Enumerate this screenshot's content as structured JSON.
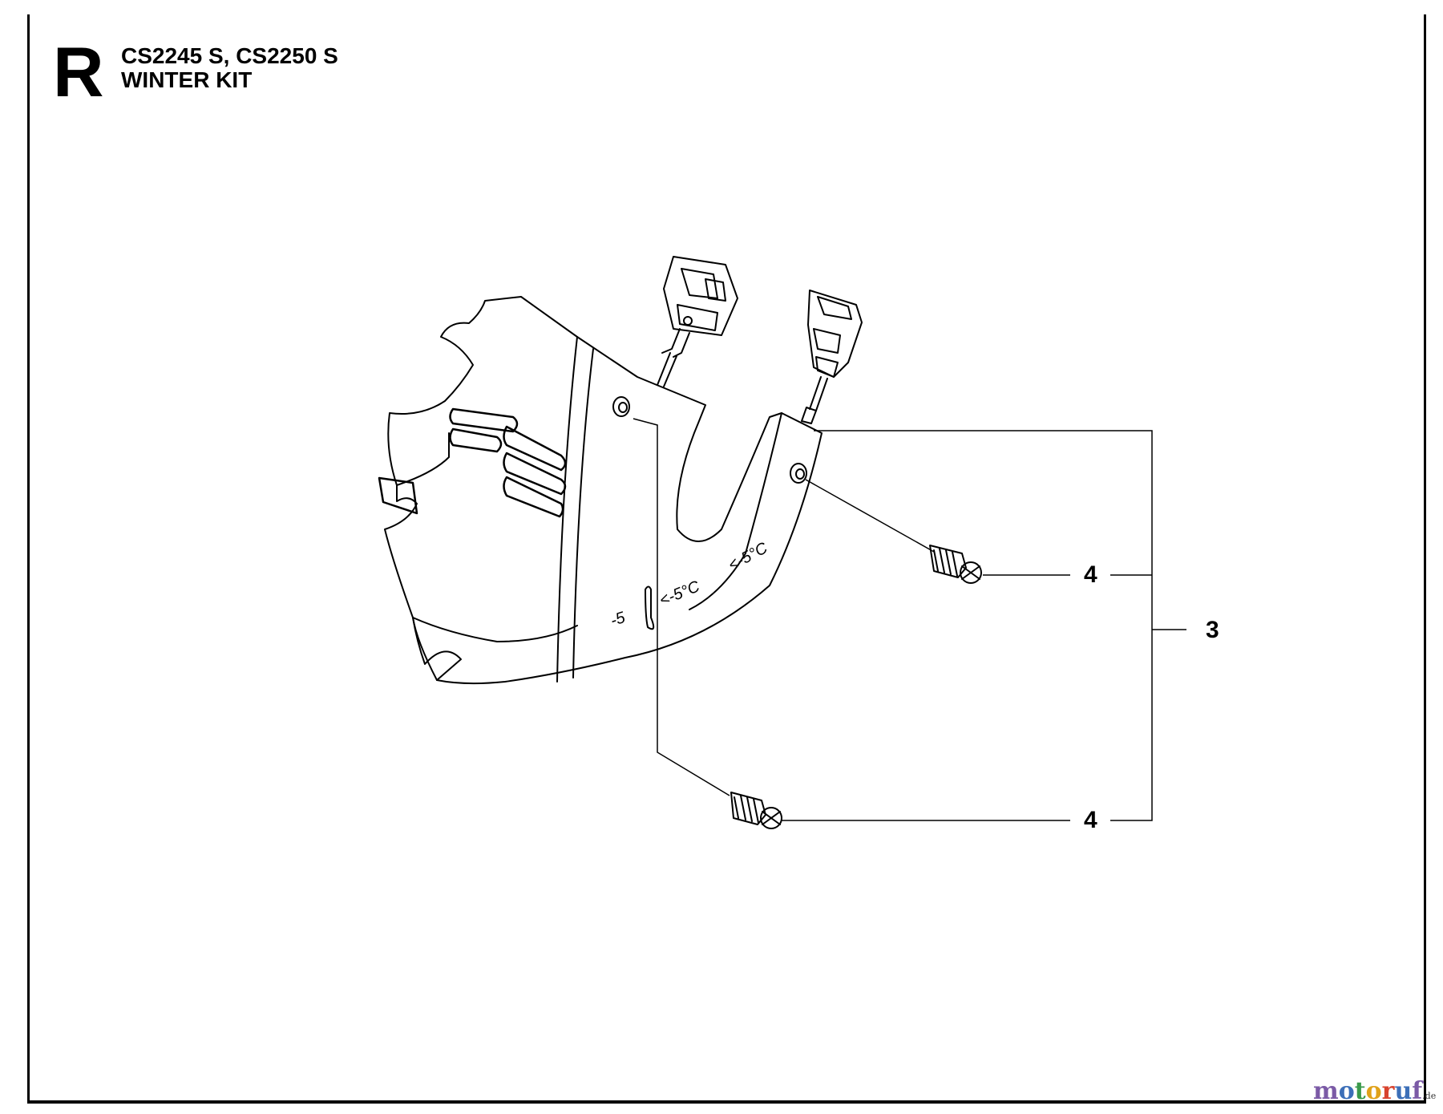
{
  "header": {
    "section_letter": "R",
    "models": "CS2245 S, CS2250 S",
    "title": "WINTER KIT"
  },
  "callouts": {
    "screw_upper": "4",
    "screw_lower": "4",
    "kit": "3"
  },
  "cover_markings": {
    "left_mark": "-5",
    "temp_mark": "<-5°C",
    "right_mark": "<-5°C"
  },
  "watermark": {
    "letters": [
      "m",
      "o",
      "t",
      "o",
      "r",
      "u",
      "f"
    ],
    "colors": [
      "#7b5aa6",
      "#3c6fb8",
      "#3a9a4b",
      "#e0a21a",
      "#d8432e",
      "#3c6fb8",
      "#7b5aa6"
    ],
    "tld": ".de"
  }
}
